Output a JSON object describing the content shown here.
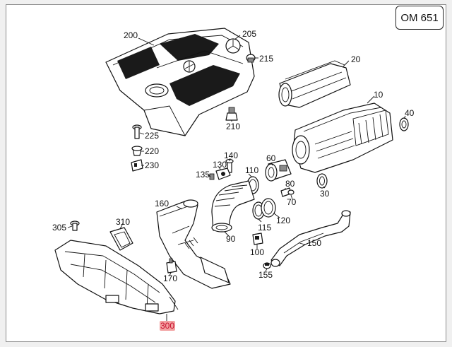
{
  "diagram": {
    "engine_code": "OM 651",
    "highlight_color": "#f2a0a0",
    "highlight_text_color": "#c8102e",
    "parts": [
      {
        "id": "p200",
        "label": "200"
      },
      {
        "id": "p205",
        "label": "205"
      },
      {
        "id": "p215",
        "label": "215"
      },
      {
        "id": "p20",
        "label": "20"
      },
      {
        "id": "p10",
        "label": "10"
      },
      {
        "id": "p40",
        "label": "40"
      },
      {
        "id": "p210",
        "label": "210"
      },
      {
        "id": "p225",
        "label": "225"
      },
      {
        "id": "p220",
        "label": "220"
      },
      {
        "id": "p230",
        "label": "230"
      },
      {
        "id": "p140",
        "label": "140"
      },
      {
        "id": "p130",
        "label": "130"
      },
      {
        "id": "p135",
        "label": "135"
      },
      {
        "id": "p60",
        "label": "60"
      },
      {
        "id": "p110",
        "label": "110"
      },
      {
        "id": "p30",
        "label": "30"
      },
      {
        "id": "p80",
        "label": "80"
      },
      {
        "id": "p70",
        "label": "70"
      },
      {
        "id": "p160",
        "label": "160"
      },
      {
        "id": "p310",
        "label": "310"
      },
      {
        "id": "p305",
        "label": "305"
      },
      {
        "id": "p115",
        "label": "115"
      },
      {
        "id": "p120",
        "label": "120"
      },
      {
        "id": "p90",
        "label": "90"
      },
      {
        "id": "p150",
        "label": "150"
      },
      {
        "id": "p100",
        "label": "100"
      },
      {
        "id": "p155",
        "label": "155"
      },
      {
        "id": "p170",
        "label": "170"
      },
      {
        "id": "p300",
        "label": "300",
        "highlighted": true
      }
    ]
  }
}
